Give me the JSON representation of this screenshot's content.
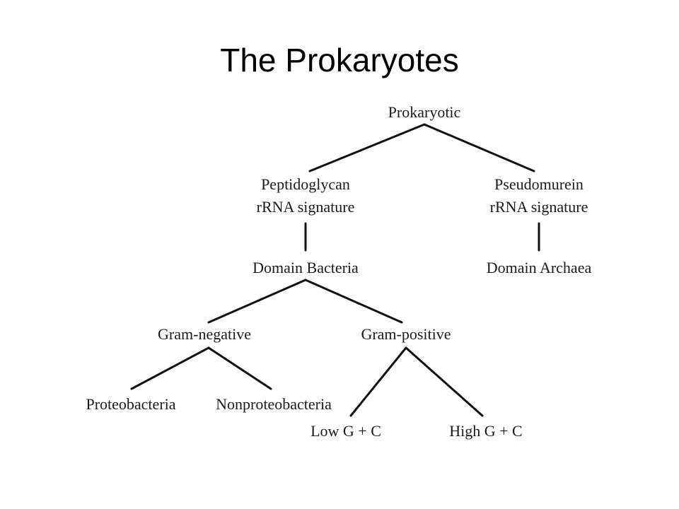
{
  "title": "The Prokaryotes",
  "diagram": {
    "nodes": {
      "prokaryotic": [
        "Prokaryotic"
      ],
      "peptidoglycan": [
        "Peptidoglycan",
        "rRNA signature"
      ],
      "pseudomurein": [
        "Pseudomurein",
        "rRNA signature"
      ],
      "bacteria": [
        "Domain Bacteria"
      ],
      "archaea": [
        "Domain Archaea"
      ],
      "gram_negative": [
        "Gram-negative"
      ],
      "gram_positive": [
        "Gram-positive"
      ],
      "proteobacteria": [
        "Proteobacteria"
      ],
      "nonproteobacteria": [
        "Nonproteobacteria"
      ],
      "low_gc": [
        "Low G + C"
      ],
      "high_gc": [
        "High G + C"
      ]
    },
    "edges": [
      [
        "prokaryotic",
        "peptidoglycan"
      ],
      [
        "prokaryotic",
        "pseudomurein"
      ],
      [
        "peptidoglycan",
        "bacteria"
      ],
      [
        "pseudomurein",
        "archaea"
      ],
      [
        "bacteria",
        "gram_negative"
      ],
      [
        "bacteria",
        "gram_positive"
      ],
      [
        "gram_negative",
        "proteobacteria"
      ],
      [
        "gram_negative",
        "nonproteobacteria"
      ],
      [
        "gram_positive",
        "low_gc"
      ],
      [
        "gram_positive",
        "high_gc"
      ]
    ]
  }
}
